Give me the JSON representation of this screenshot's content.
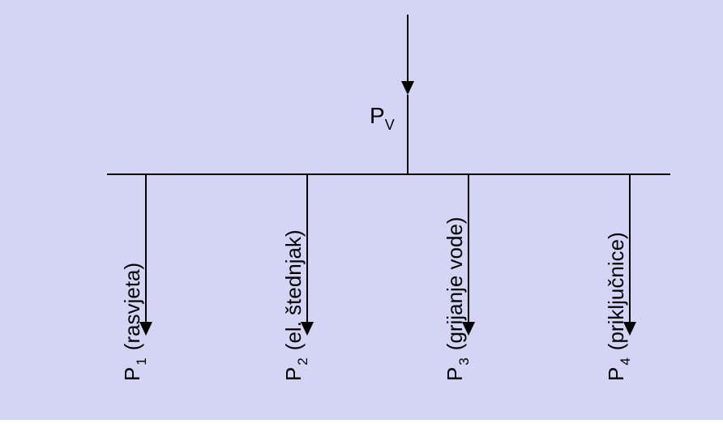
{
  "colors": {
    "background": "#D4D4F4",
    "line": "#000000",
    "text": "#000000"
  },
  "input": {
    "symbol": "P",
    "subscript": "V"
  },
  "branches": [
    {
      "symbol": "P",
      "subscript": "1",
      "description": "(rasvjeta)"
    },
    {
      "symbol": "P",
      "subscript": "2",
      "description": "(el. štednjak)"
    },
    {
      "symbol": "P",
      "subscript": "3",
      "description": "(grijanje vode)"
    },
    {
      "symbol": "P",
      "subscript": "4",
      "description": "(priključnice)"
    }
  ]
}
